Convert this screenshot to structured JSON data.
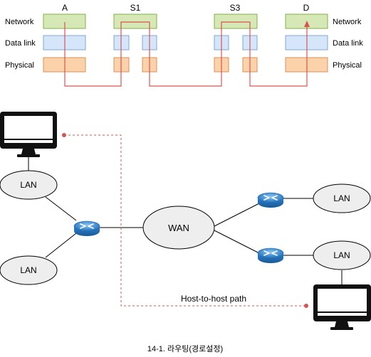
{
  "layer_diagram": {
    "node_labels": [
      "A",
      "S1",
      "S3",
      "D"
    ],
    "left_layer_labels": [
      "Network",
      "Data link",
      "Physical"
    ],
    "right_layer_labels": [
      "Network",
      "Data link",
      "Physical"
    ]
  },
  "network_diagram": {
    "lan_labels": [
      "LAN",
      "LAN",
      "LAN",
      "LAN"
    ],
    "wan_label": "WAN",
    "path_label": "Host-to-host path"
  },
  "caption": "14-1. 라우팅(경로설정)",
  "colors": {
    "network_fill": "#d5e8b5",
    "network_stroke": "#86b04a",
    "datalink_fill": "#d5e6fb",
    "datalink_stroke": "#7fa7d6",
    "physical_fill": "#fbd2aa",
    "physical_stroke": "#d8935a",
    "path_red": "#d9534f",
    "router_blue": "#3d8fd6"
  }
}
